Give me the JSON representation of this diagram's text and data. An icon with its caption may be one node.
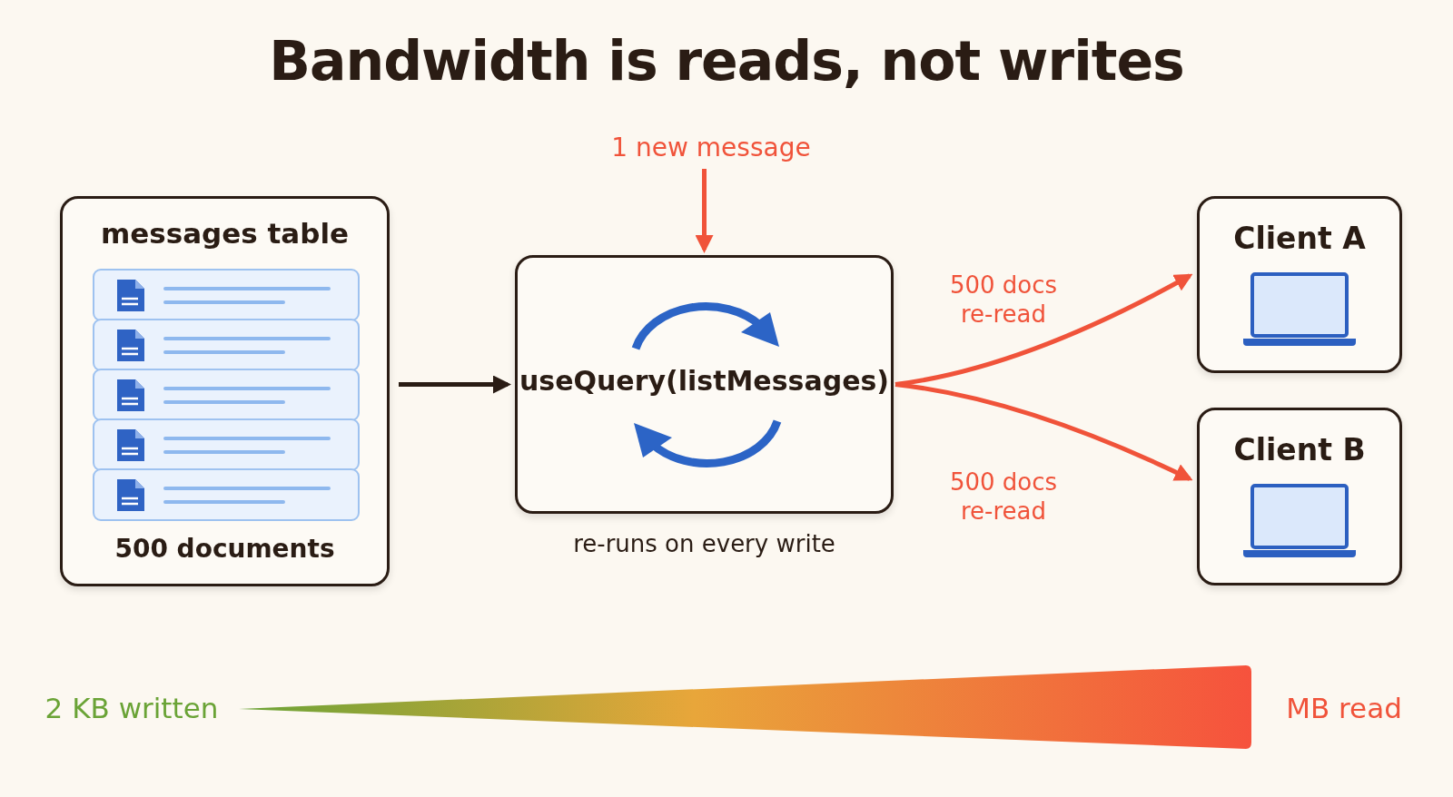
{
  "diagram": {
    "title": "Bandwidth is reads, not writes",
    "nodes": [
      {
        "text": [
          "messages table",
          "500 documents"
        ]
      },
      {
        "text": [
          "1 new message"
        ]
      },
      {
        "text": [
          "useQuery(listMessages)"
        ],
        "beside": [
          "re-runs on every write"
        ]
      },
      {
        "text": [
          "Client A"
        ]
      },
      {
        "text": [
          "Client B"
        ]
      }
    ],
    "edges": [
      {
        "from": 0,
        "to": 2,
        "arrow": "to",
        "color": "#2a1c14"
      },
      {
        "from": 1,
        "to": 2,
        "arrow": "to",
        "color": "#f0533a"
      },
      {
        "from": 2,
        "to": 3,
        "arrow": "to",
        "color": "#f0533a",
        "label": "500 docs re-read"
      },
      {
        "from": 2,
        "to": 4,
        "arrow": "to",
        "color": "#f0533a",
        "label": "500 docs re-read"
      }
    ],
    "labels": [
      "2 KB written",
      "MB read"
    ]
  }
}
